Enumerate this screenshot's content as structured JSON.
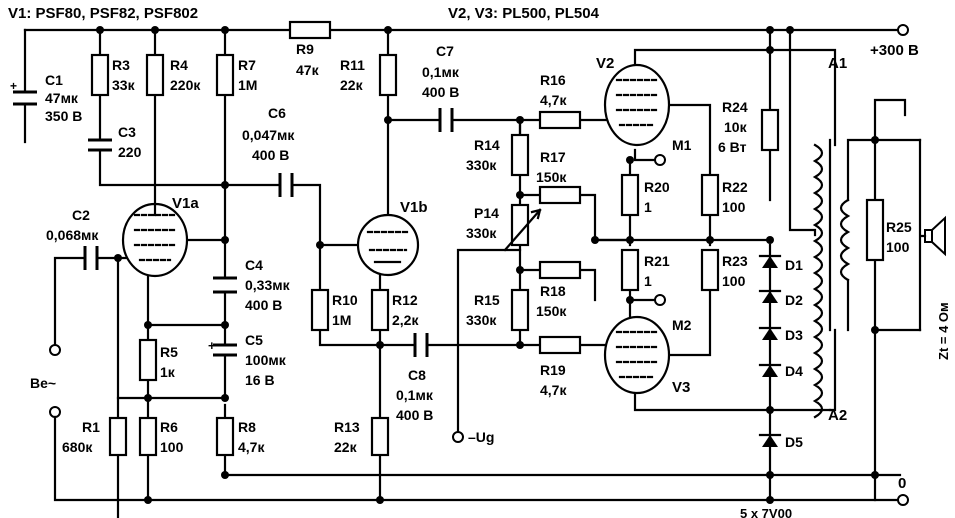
{
  "header": {
    "left": "V1:  PSF80, PSF82, PSF802",
    "right": "V2, V3:  PL500, PL504"
  },
  "supply": {
    "hv": "+300 В",
    "zero": "0",
    "bottom": "5 x 7V00"
  },
  "components": [
    {
      "ref": "C1",
      "v1": "47мк",
      "v2": "350 В"
    },
    {
      "ref": "R3",
      "v1": "33к"
    },
    {
      "ref": "R4",
      "v1": "220к"
    },
    {
      "ref": "R7",
      "v1": "1М"
    },
    {
      "ref": "R9",
      "v1": "47к"
    },
    {
      "ref": "R11",
      "v1": "22к"
    },
    {
      "ref": "C7",
      "v1": "0,1мк",
      "v2": "400 В"
    },
    {
      "ref": "R16",
      "v1": "4,7к"
    },
    {
      "ref": "R24",
      "v1": "10к",
      "v2": "6 Вт"
    },
    {
      "ref": "C3",
      "v1": "220"
    },
    {
      "ref": "C6",
      "v1": "0,047мк",
      "v2": "400 В"
    },
    {
      "ref": "R14",
      "v1": "330к"
    },
    {
      "ref": "R17",
      "v1": "150к"
    },
    {
      "ref": "R20",
      "v1": "1"
    },
    {
      "ref": "R22",
      "v1": "100"
    },
    {
      "ref": "C2",
      "v1": "0,068мк"
    },
    {
      "ref": "P14",
      "v1": "330к"
    },
    {
      "ref": "R21",
      "v1": "1"
    },
    {
      "ref": "R23",
      "v1": "100"
    },
    {
      "ref": "R25",
      "v1": "100"
    },
    {
      "ref": "C4",
      "v1": "0,33мк",
      "v2": "400 В"
    },
    {
      "ref": "R10",
      "v1": "1М"
    },
    {
      "ref": "R12",
      "v1": "2,2к"
    },
    {
      "ref": "R15",
      "v1": "330к"
    },
    {
      "ref": "R18",
      "v1": "150к"
    },
    {
      "ref": "R5",
      "v1": "1к"
    },
    {
      "ref": "C5",
      "v1": "100мк",
      "v2": "16 В"
    },
    {
      "ref": "C8",
      "v1": "0,1мк",
      "v2": "400 В"
    },
    {
      "ref": "R19",
      "v1": "4,7к"
    },
    {
      "ref": "R1",
      "v1": "680к"
    },
    {
      "ref": "R6",
      "v1": "100"
    },
    {
      "ref": "R8",
      "v1": "4,7к"
    },
    {
      "ref": "R13",
      "v1": "22к"
    }
  ],
  "tubes": {
    "v1a": "V1a",
    "v1b": "V1b",
    "v2": "V2",
    "v3": "V3"
  },
  "diodes": [
    "D1",
    "D2",
    "D3",
    "D4",
    "D5"
  ],
  "transformer": {
    "a1": "A1",
    "a2": "A2"
  },
  "points": {
    "m1": "M1",
    "m2": "M2",
    "ug": "–Ug",
    "input": "Bе~"
  },
  "speaker": {
    "z": "Zt = 4 Ом"
  }
}
